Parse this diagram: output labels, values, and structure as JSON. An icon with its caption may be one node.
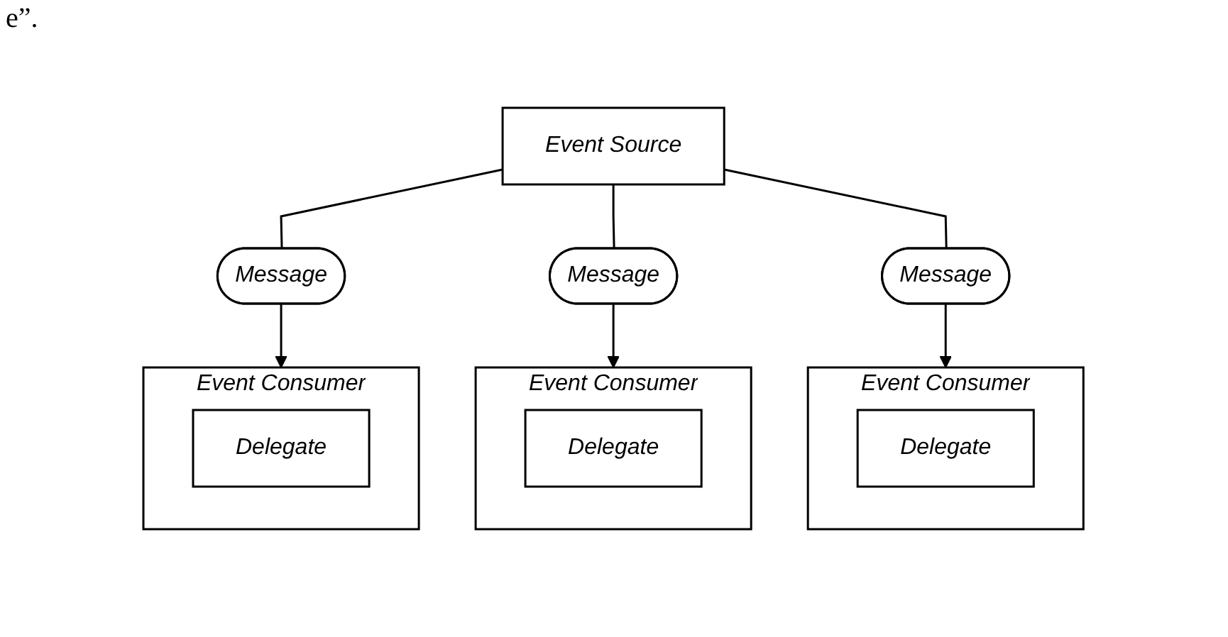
{
  "diagram": {
    "nodes": [
      {
        "text": [
          "Event Source"
        ]
      },
      {
        "text": [
          "Message"
        ]
      },
      {
        "text": [
          "Message"
        ]
      },
      {
        "text": [
          "Message"
        ]
      },
      {
        "text": [
          "Event Consumer"
        ]
      },
      {
        "text": [
          "Delegate"
        ],
        "in": 4
      },
      {
        "text": [
          "Event Consumer"
        ]
      },
      {
        "text": [
          "Delegate"
        ],
        "in": 6
      },
      {
        "text": [
          "Event Consumer"
        ]
      },
      {
        "text": [
          "Delegate"
        ],
        "in": 8
      }
    ],
    "edges": [
      {
        "from": 0,
        "to": 1,
        "arrow": "none"
      },
      {
        "from": 0,
        "to": 2,
        "arrow": "none"
      },
      {
        "from": 0,
        "to": 3,
        "arrow": "none"
      },
      {
        "from": 1,
        "to": 4,
        "arrow": "to"
      },
      {
        "from": 2,
        "to": 6,
        "arrow": "to"
      },
      {
        "from": 3,
        "to": 8,
        "arrow": "to"
      }
    ],
    "labels": [
      "e”."
    ]
  }
}
